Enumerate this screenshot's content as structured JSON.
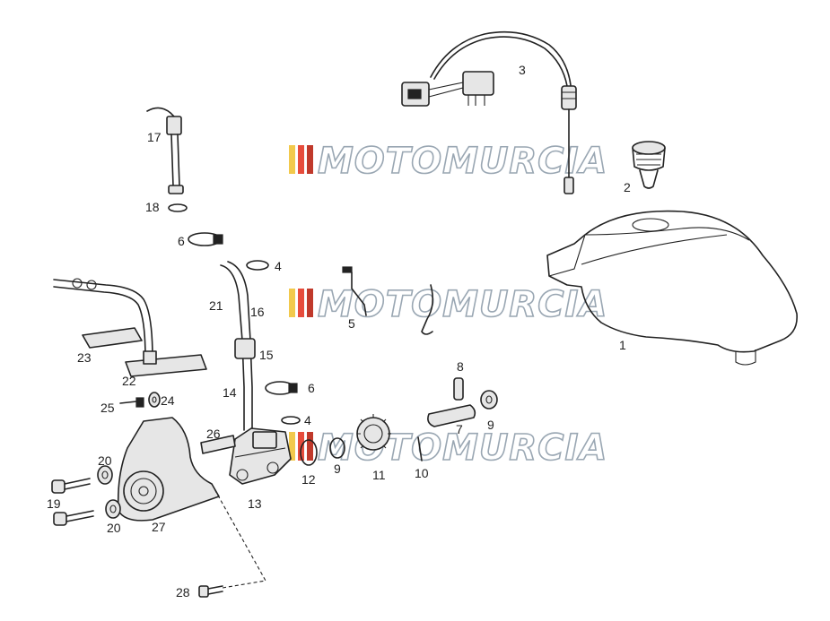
{
  "diagram": {
    "watermark_text": "MOTOMURCIA",
    "watermark_stripe_colors": [
      "#f2c94c",
      "#e74c3c",
      "#c0392b"
    ],
    "line_color": "#222222",
    "callouts": {
      "c1": "1",
      "c2": "2",
      "c3": "3",
      "c4a": "4",
      "c4b": "4",
      "c5": "5",
      "c6a": "6",
      "c6b": "6",
      "c7": "7",
      "c8": "8",
      "c9a": "9",
      "c9b": "9",
      "c10": "10",
      "c11": "11",
      "c12": "12",
      "c13": "13",
      "c14": "14",
      "c15": "15",
      "c16": "16",
      "c17": "17",
      "c18": "18",
      "c19": "19",
      "c20a": "20",
      "c20b": "20",
      "c21": "21",
      "c22": "22",
      "c23": "23",
      "c24": "24",
      "c25": "25",
      "c26": "26",
      "c27": "27",
      "c28": "28"
    }
  }
}
